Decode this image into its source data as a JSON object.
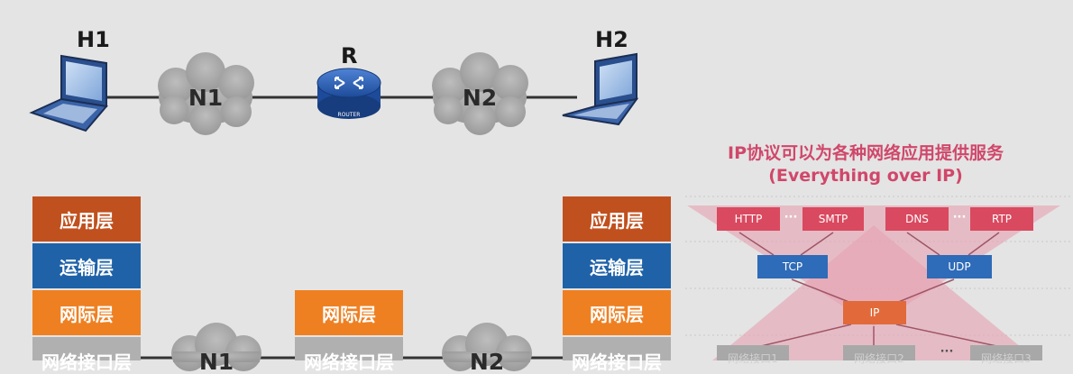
{
  "top": {
    "h1_label": "H1",
    "h2_label": "H2",
    "r_label": "R",
    "n1_label": "N1",
    "n2_label": "N2",
    "router_text": "ROUTER"
  },
  "stack_left": {
    "app": "应用层",
    "trans": "运输层",
    "net": "网际层",
    "link": "网络接口层"
  },
  "stack_router": {
    "net": "网际层",
    "link": "网络接口层"
  },
  "stack_right": {
    "app": "应用层",
    "trans": "运输层",
    "net": "网际层",
    "link": "网络接口层"
  },
  "bottom_clouds": {
    "n1": "N1",
    "n2": "N2"
  },
  "ip_panel": {
    "title": "IP协议可以为各种网络应用提供服务",
    "subtitle": "(Everything over IP)",
    "http": "HTTP",
    "smtp": "SMTP",
    "dns": "DNS",
    "rtp": "RTP",
    "dots": "···",
    "tcp": "TCP",
    "udp": "UDP",
    "ip": "IP",
    "netif1": "网络接口1",
    "netif2": "网络接口2",
    "netif3": "网络接口3"
  },
  "colors": {
    "app": "#c0501e",
    "trans": "#1f62a8",
    "net": "#ee8022",
    "link": "#b0b0b0",
    "accent": "#d0476a"
  }
}
